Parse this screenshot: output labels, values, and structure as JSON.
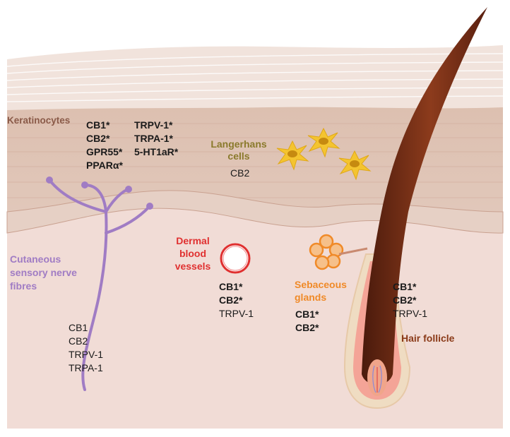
{
  "keratinocytes": {
    "title": "Keratinocytes",
    "receptors_col1": [
      "CB1*",
      "CB2*",
      "GPR55*",
      "PPARα*"
    ],
    "receptors_col2": [
      "TRPV-1*",
      "TRPA-1*",
      "5-HT1aR*"
    ]
  },
  "langerhans": {
    "title_line1": "Langerhans",
    "title_line2": "cells",
    "receptors": [
      "CB2"
    ]
  },
  "nerve": {
    "title_line1": "Cutaneous",
    "title_line2": "sensory nerve",
    "title_line3": "fibres",
    "receptors": [
      "CB1",
      "CB2",
      "TRPV-1",
      "TRPA-1"
    ]
  },
  "vessels": {
    "title_line1": "Dermal",
    "title_line2": "blood",
    "title_line3": "vessels",
    "receptors_bold": [
      "CB1*",
      "CB2*"
    ],
    "receptors_plain": [
      "TRPV-1"
    ]
  },
  "sebaceous": {
    "title_line1": "Sebaceous",
    "title_line2": "glands",
    "receptors_bold": [
      "CB1*",
      "CB2*"
    ]
  },
  "follicle": {
    "title": "Hair follicle",
    "receptors_bold": [
      "CB1*",
      "CB2*"
    ],
    "receptors_plain": [
      "TRPV-1"
    ]
  },
  "colors": {
    "keratinocytes_label": "#8a5a48",
    "langerhans_label": "#8a7a2c",
    "nerve": "#a07cc4",
    "vessels": "#e03030",
    "sebaceous": "#f08a28",
    "follicle": "#8a3a18"
  }
}
